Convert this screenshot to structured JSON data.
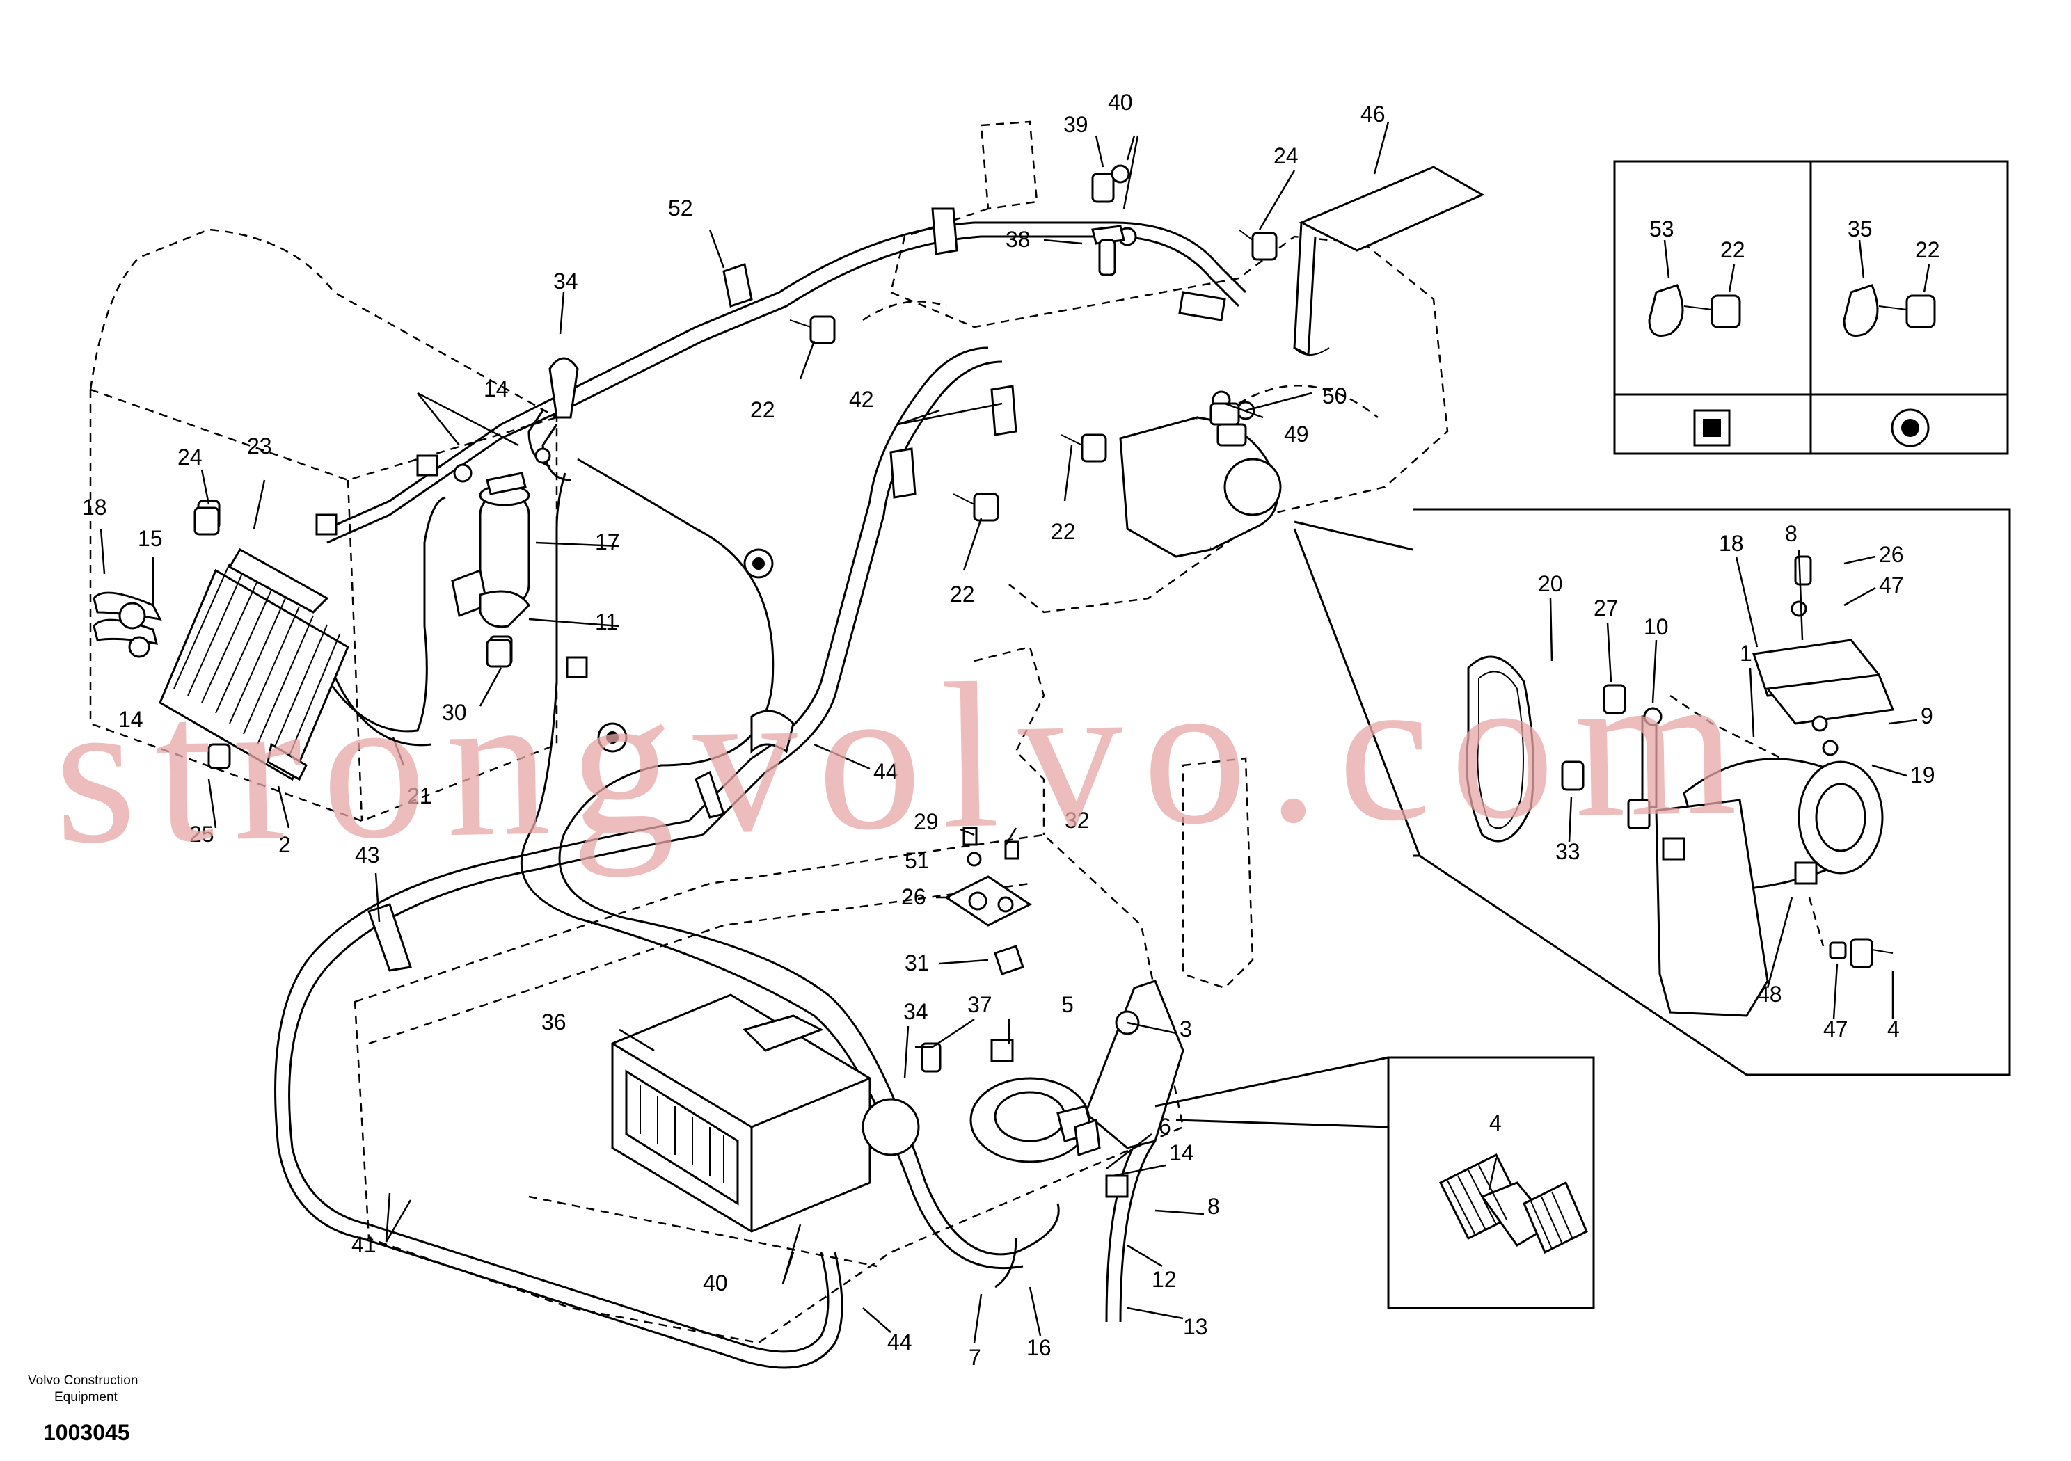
{
  "diagram": {
    "part_numbers": {
      "p1": "1",
      "p2": "2",
      "p3": "3",
      "p4": "4",
      "p5": "5",
      "p6": "6",
      "p7": "7",
      "p8": "8",
      "p9": "9",
      "p10": "10",
      "p11": "11",
      "p12": "12",
      "p13": "13",
      "p14": "14",
      "p15": "15",
      "p16": "16",
      "p17": "17",
      "p18": "18",
      "p19": "19",
      "p20": "20",
      "p21": "21",
      "p22": "22",
      "p23": "23",
      "p24": "24",
      "p25": "25",
      "p26": "26",
      "p27": "27",
      "p29": "29",
      "p30": "30",
      "p31": "31",
      "p32": "32",
      "p33": "33",
      "p34": "34",
      "p35": "35",
      "p36": "36",
      "p37": "37",
      "p38": "38",
      "p39": "39",
      "p40": "40",
      "p41": "41",
      "p42": "42",
      "p43": "43",
      "p44": "44",
      "p46": "46",
      "p47": "47",
      "p48": "48",
      "p49": "49",
      "p50": "50",
      "p51": "51",
      "p52": "52",
      "p53": "53"
    },
    "watermark": "strongvolvo.com",
    "footer": {
      "org_line1": "Volvo Construction",
      "org_line2": "Equipment",
      "drawing_id": "1003045"
    }
  }
}
